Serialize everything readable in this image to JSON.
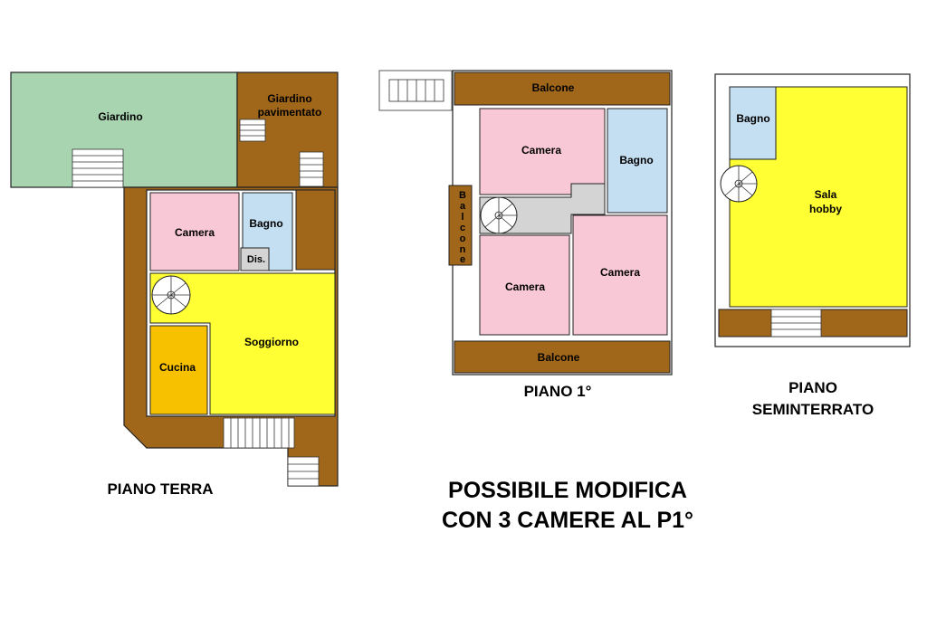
{
  "colors": {
    "garden": "#a8d5b0",
    "terrace": "#a0661a",
    "bedroom": "#f8c8d6",
    "bathroom": "#c4def2",
    "living": "#ffff33",
    "kitchen": "#f8c100",
    "corridor": "#d4d4d4",
    "wall": "#222222"
  },
  "ground_floor": {
    "title": "PIANO TERRA",
    "rooms": {
      "garden": "Giardino",
      "paved_garden_line1": "Giardino",
      "paved_garden_line2": "pavimentato",
      "bedroom": "Camera",
      "bathroom": "Bagno",
      "closet": "Dis.",
      "living": "Soggiorno",
      "kitchen": "Cucina"
    }
  },
  "first_floor": {
    "title": "PIANO 1°",
    "rooms": {
      "balcony_top": "Balcone",
      "bedroom_top": "Camera",
      "bathroom": "Bagno",
      "balcony_side": [
        "B",
        "a",
        "l",
        "c",
        "o",
        "n",
        "e"
      ],
      "bedroom_bottom_left": "Camera",
      "bedroom_bottom_right": "Camera",
      "balcony_bottom": "Balcone"
    }
  },
  "basement": {
    "title_line1": "PIANO",
    "title_line2": "SEMINTERRATO",
    "rooms": {
      "bathroom": "Bagno",
      "hobby_line1": "Sala",
      "hobby_line2": "hobby"
    }
  },
  "caption": {
    "line1": "POSSIBILE MODIFICA",
    "line2": "CON 3 CAMERE AL P1°"
  }
}
